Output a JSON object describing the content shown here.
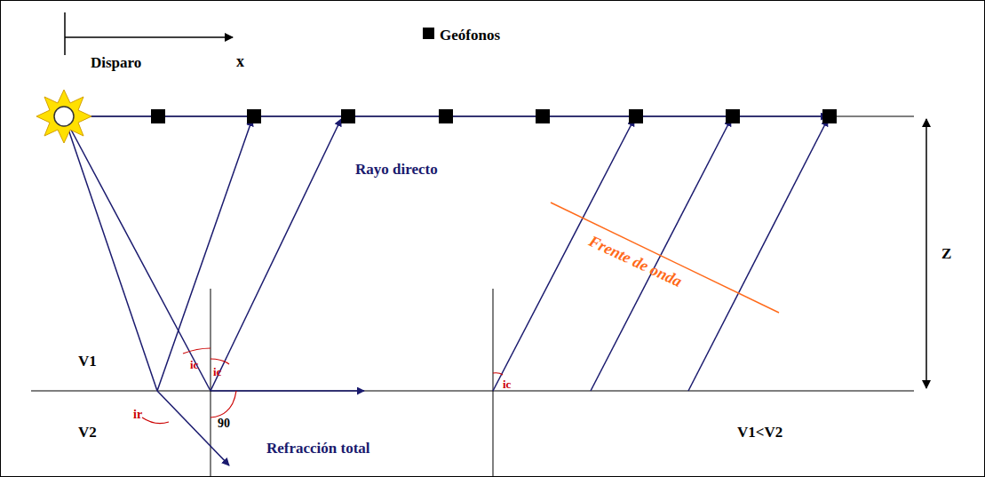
{
  "diagram": {
    "labels": [
      "Disparo",
      "x",
      "Rayo directo",
      "Frente de onda",
      "Z",
      "ic",
      "ic",
      "ic",
      "V1",
      "ir",
      "90",
      "Refracción total",
      "V2",
      "V1<V2"
    ],
    "legend": [
      {
        "text": "Geófonos"
      }
    ]
  }
}
